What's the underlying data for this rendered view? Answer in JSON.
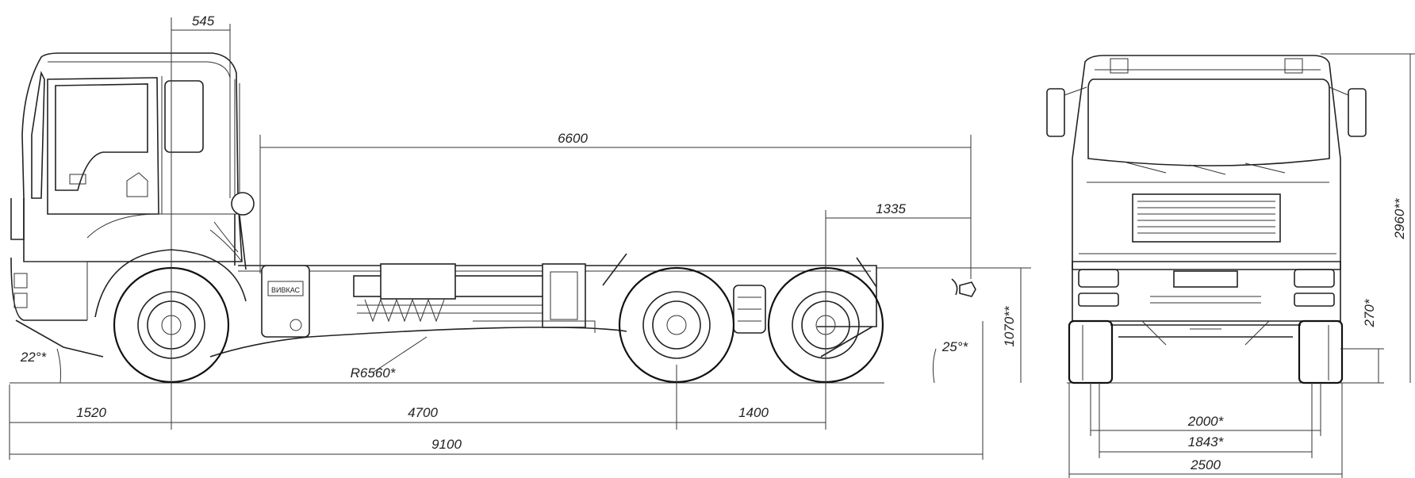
{
  "drawing": {
    "side_view": {
      "dimensions": {
        "cab_offset": "545",
        "frame_length": "6600",
        "rear_overhang_top": "1335",
        "front_overhang": "1520",
        "wheelbase_first": "4700",
        "bogie_spacing": "1400",
        "overall_length": "9100",
        "frame_height": "1070**",
        "approach_angle": "22°*",
        "departure_angle": "25°*",
        "turning_radius": "R6560*"
      },
      "plate_label": "ВИВКАС"
    },
    "front_view": {
      "dimensions": {
        "overall_height": "2960**",
        "ground_clearance": "270*",
        "track_front": "2000*",
        "track_rear": "1843*",
        "overall_width": "2500"
      }
    }
  }
}
